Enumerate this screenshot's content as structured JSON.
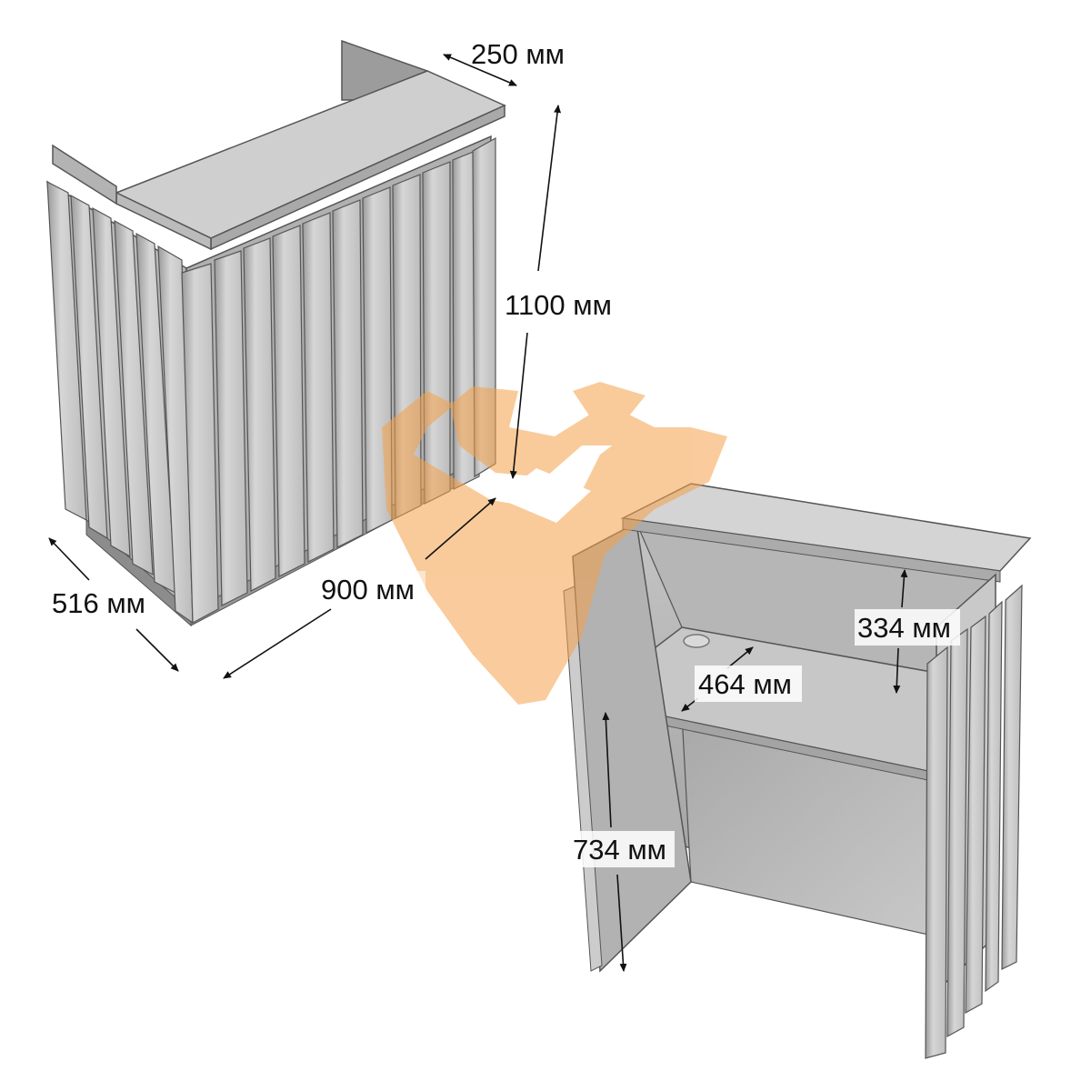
{
  "dimensions": {
    "top_depth": "250 мм",
    "total_height": "1100 мм",
    "width": "900 мм",
    "depth": "516 мм",
    "upper_niche_height": "334 мм",
    "shelf_depth": "464 мм",
    "lower_niche_height": "734 мм"
  },
  "colors": {
    "panel_light": "#dcdcdc",
    "panel_mid": "#bdbdbd",
    "panel_dark": "#8f8f8f",
    "outline": "#555555",
    "watermark": "#f5a14a"
  },
  "icons": {
    "watermark": "brand-logo-watermark"
  }
}
